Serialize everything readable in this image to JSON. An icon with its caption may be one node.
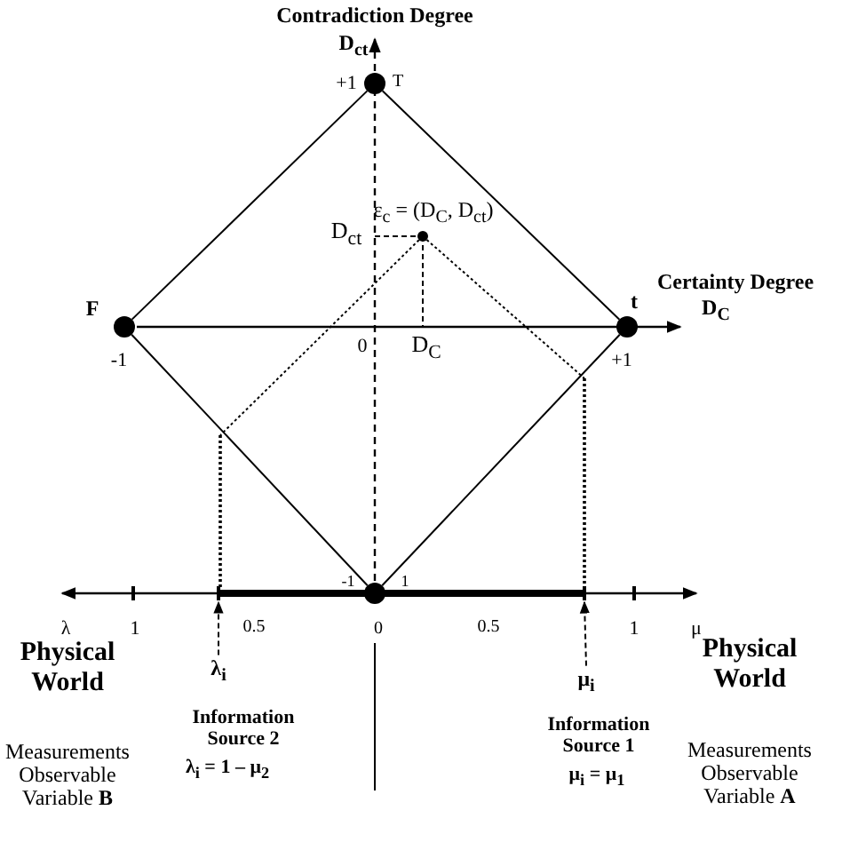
{
  "diagram": {
    "nodes": [
      {
        "text": [],
        "shape": "circle"
      },
      {
        "text": [],
        "shape": "circle"
      },
      {
        "text": [],
        "shape": "circle"
      },
      {
        "text": [],
        "shape": "circle"
      },
      {
        "text": [],
        "shape": "circle"
      },
      {
        "text": [
          "λ$_{i}$"
        ]
      },
      {
        "text": [
          "μ$_{i}$"
        ]
      },
      {
        "text": [],
        "shape": "bar"
      },
      {
        "text": [],
        "shape": "bar"
      }
    ],
    "edges": [
      {
        "from": 0,
        "to": 1,
        "arrow": "none"
      },
      {
        "from": 0,
        "to": 2,
        "arrow": "none"
      },
      {
        "from": 1,
        "to": 3,
        "arrow": "none"
      },
      {
        "from": 2,
        "to": 3,
        "arrow": "none"
      },
      {
        "from": 5,
        "to": 7,
        "arrow": "to",
        "style": "dashed"
      },
      {
        "from": 6,
        "to": 8,
        "arrow": "to",
        "style": "dashed"
      }
    ],
    "labels": [
      "Contradiction Degree",
      "D$_{ct}$",
      "+1",
      "T",
      "ε$_{c}$ = (D$_{C}$, D$_{ct}$)",
      "D$_{ct}$",
      "Certainty Degree",
      "D$_{C}$",
      "F",
      "t",
      "-1",
      "0",
      "D$_{C}$",
      "+1",
      "-1",
      "1",
      "λ",
      "1",
      "0.5",
      "0",
      "0.5",
      "1",
      "μ",
      "Physical World",
      "Physical World",
      "Information Source 2",
      "Information Source 1",
      "Measurements Observable Variable **B**",
      "λ$_{i}$ = 1 – μ$_{2}$",
      "μ$_{i}$ = μ$_{1}$",
      "Measurements Observable Variable **A**"
    ]
  }
}
